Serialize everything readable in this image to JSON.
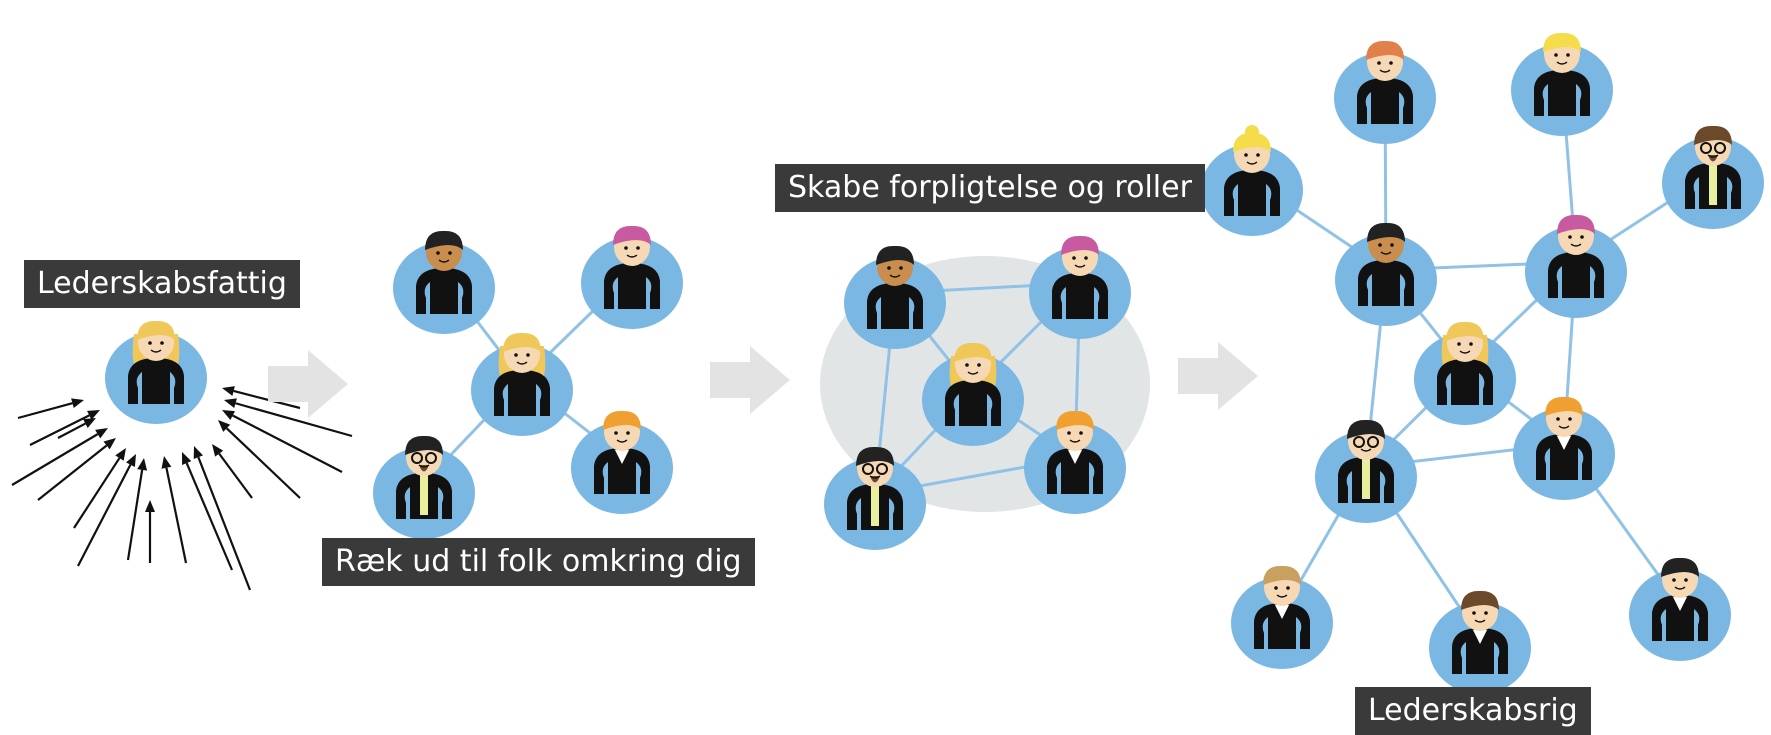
{
  "diagram": {
    "stages": [
      {
        "label": "Lederskabsfattig"
      },
      {
        "label": "Ræk ud til folk omkring dig"
      },
      {
        "label": "Skabe forpligtelse og roller"
      },
      {
        "label": "Lederskabsrig"
      }
    ],
    "colors": {
      "node": "#7ab8e3",
      "edge": "#8fc2e6",
      "cluster": "#e2e5e6",
      "arrow": "#e3e3e3",
      "label_bg": "#3a3a3a",
      "label_text": "#ffffff",
      "body": "#111111",
      "skin": "#f6d9b4",
      "skin_dark": "#c98d4e",
      "tie": "#e8f0a0",
      "hair_blonde": "#f0c85a",
      "hair_yellow": "#f4dc4a",
      "hair_dark": "#222222",
      "hair_pink": "#c85aa0",
      "hair_orange": "#f0a030",
      "hair_red": "#e0804a",
      "hair_brown": "#6a4a2a",
      "hair_light_brown": "#c8a060"
    },
    "person_icon": "person-icon",
    "stage_arrow_icon": "chevron-arrow-icon"
  }
}
